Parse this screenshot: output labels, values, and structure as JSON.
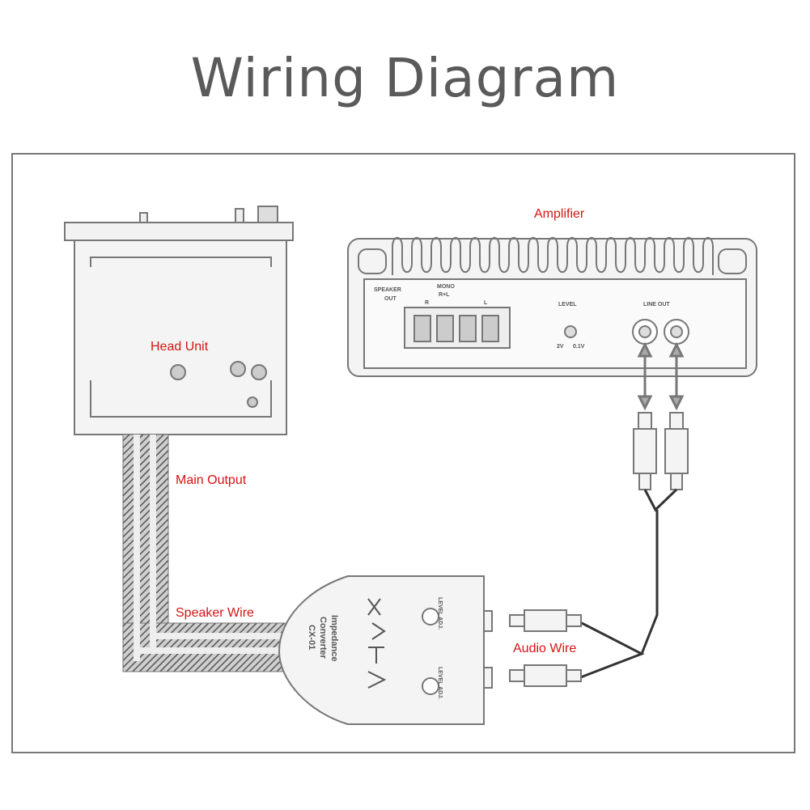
{
  "title": "Wiring Diagram",
  "labels": {
    "head_unit": "Head Unit",
    "amplifier": "Amplifier",
    "main_output": "Main Output",
    "speaker_wire": "Speaker Wire",
    "audio_wire": "Audio Wire"
  },
  "amplifier_panel": {
    "speaker_out_1": "SPEAKER",
    "speaker_out_2": "OUT",
    "mono": "MONO",
    "rl": "R+L",
    "r": "R",
    "l": "L",
    "level": "LEVEL",
    "level_min": "2V",
    "level_max": "0.1V",
    "line_out": "LINE OUT"
  },
  "converter": {
    "name_1": "Impedance",
    "name_2": "Converter",
    "model": "CX-01",
    "knob_label": "LEVEL ADJ."
  },
  "colors": {
    "label_red": "#d41414",
    "line_gray": "#777777",
    "title_gray": "#5a5a5a"
  }
}
